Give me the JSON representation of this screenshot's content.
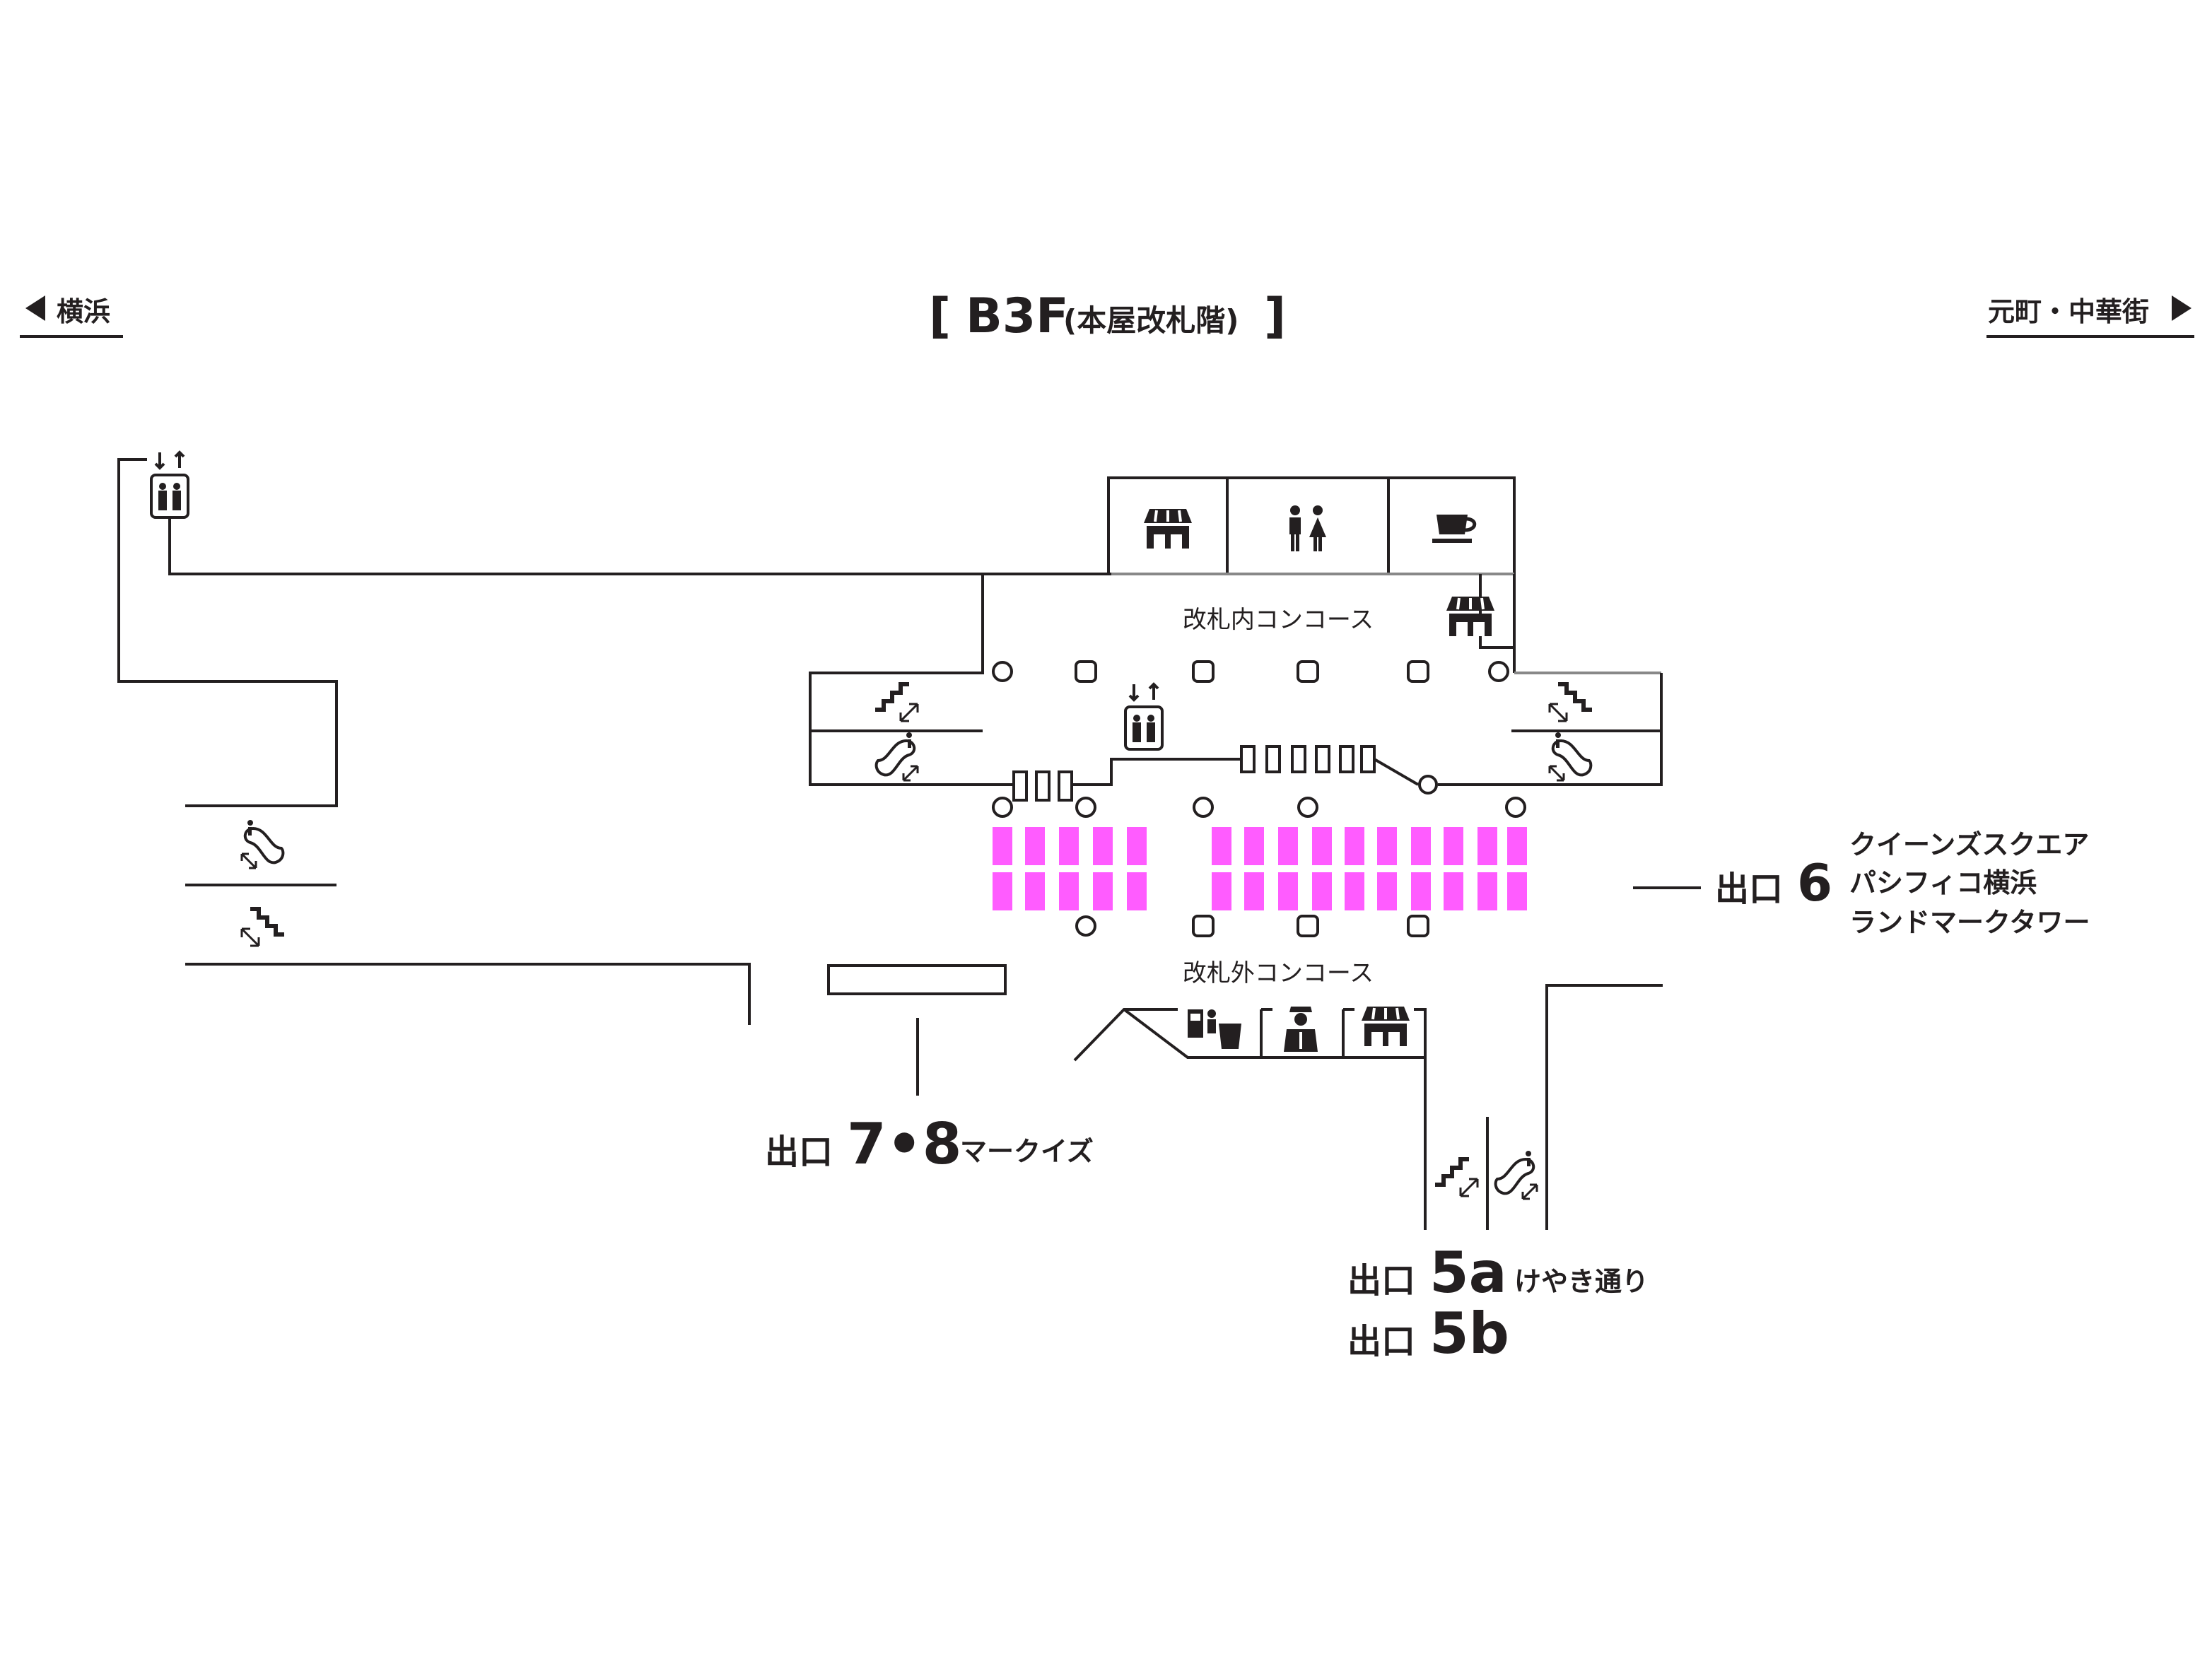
{
  "header": {
    "left_nav": "横浜",
    "right_nav": "元町・中華街",
    "floor": "B3F",
    "floor_sub": "(本屋改札階)",
    "bracket_open": "[",
    "bracket_close": "]"
  },
  "areas": {
    "inside_concourse": "改札内コンコース",
    "outside_concourse": "改札外コンコース"
  },
  "exits": {
    "exit_78": {
      "prefix": "出口",
      "number": "7•8",
      "dest": "マークイズ"
    },
    "exit_6": {
      "prefix": "出口",
      "number": "6",
      "dest": [
        "クイーンズスクエア",
        "パシフィコ横浜",
        "ランドマークタワー"
      ]
    },
    "exit_5a": {
      "prefix": "出口",
      "number": "5a",
      "dest": "けやき通り"
    },
    "exit_5b": {
      "prefix": "出口",
      "number": "5b"
    }
  },
  "colors": {
    "gate_highlight": "#ff5cff",
    "line": "#231f20"
  },
  "icons": [
    "elevator-icon",
    "shop-icon",
    "toilet-icon",
    "cafe-icon",
    "stairs-icon",
    "escalator-icon",
    "ticket-machine-icon",
    "station-staff-icon"
  ]
}
